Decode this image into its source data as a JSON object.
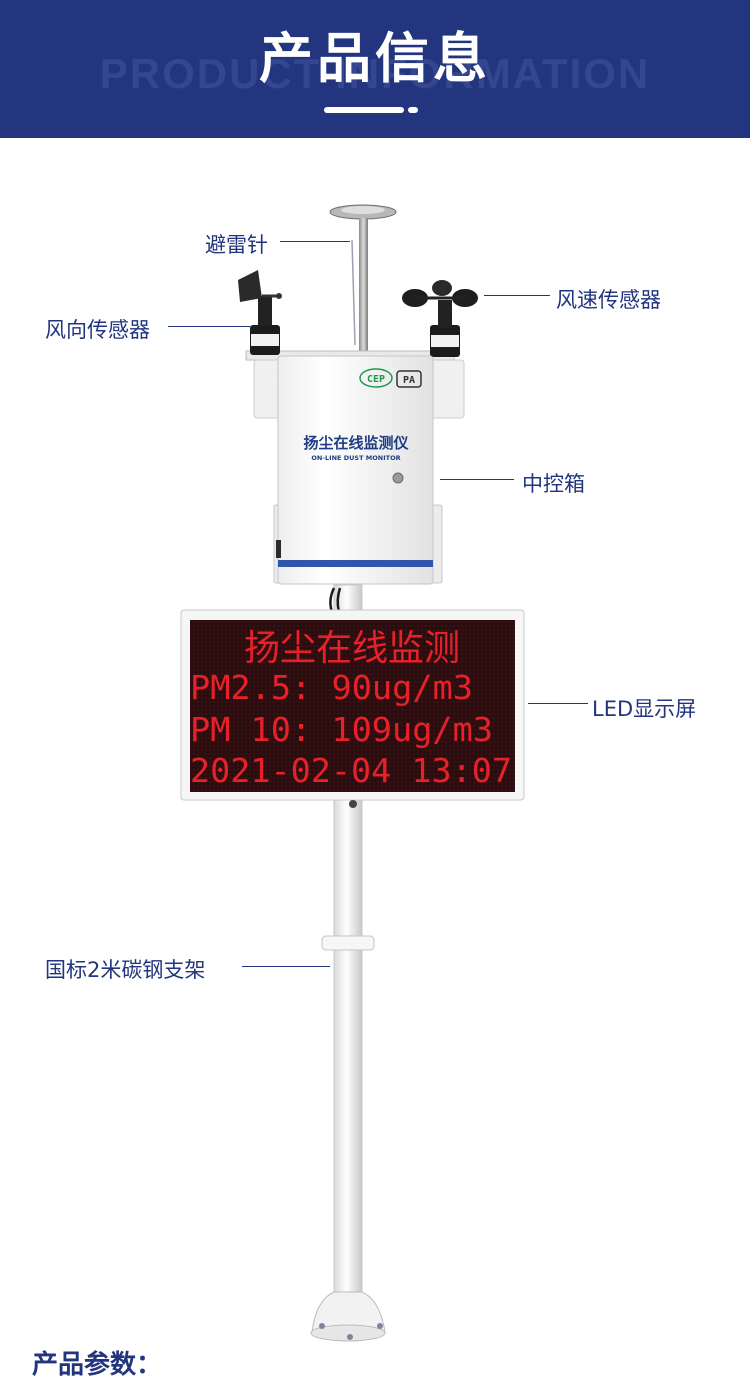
{
  "header": {
    "title": "产品信息",
    "subtitle": "PRODUCT INFORMATION"
  },
  "device": {
    "cabinet_title": "扬尘在线监测仪",
    "cabinet_subtitle": "ON-LINE DUST MONITOR",
    "logo_cep": "CEP",
    "logo_pa": "PA",
    "led_lines": [
      "扬尘在线监测",
      "PM2.5: 90ug/m3",
      "PM 10: 109ug/m3",
      "2021-02-04 13:07"
    ]
  },
  "callouts": {
    "lightning_rod": "避雷针",
    "wind_direction_sensor": "风向传感器",
    "wind_speed_sensor": "风速传感器",
    "control_box": "中控箱",
    "led_screen": "LED显示屏",
    "support_pole": "国标2米碳钢支架"
  },
  "footer": {
    "section_title": "产品参数："
  },
  "colors": {
    "brand": "#22357e",
    "led_red": "#e8202a",
    "led_bg": "#2a0d0e"
  }
}
